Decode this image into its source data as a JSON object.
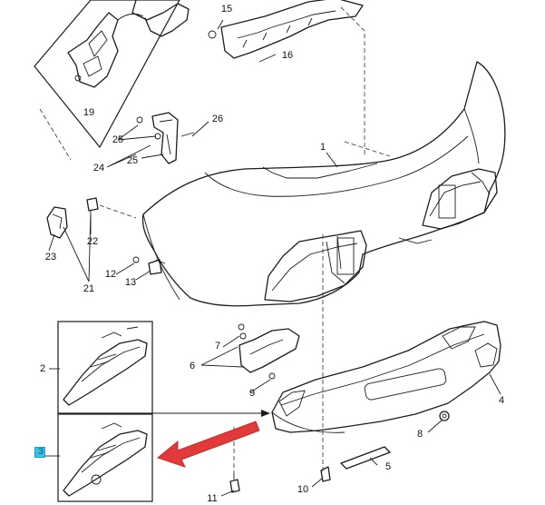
{
  "diagram": {
    "callouts": [
      "15",
      "16",
      "19",
      "26",
      "25",
      "24",
      "25",
      "1",
      "23",
      "22",
      "21",
      "12",
      "13",
      "7",
      "6",
      "9",
      "2",
      "4",
      "8",
      "5",
      "10",
      "11",
      "3"
    ],
    "highlight_marker": {
      "label": "3",
      "color": "#3cc0e6"
    },
    "arrow_color": "#e23a3a"
  }
}
